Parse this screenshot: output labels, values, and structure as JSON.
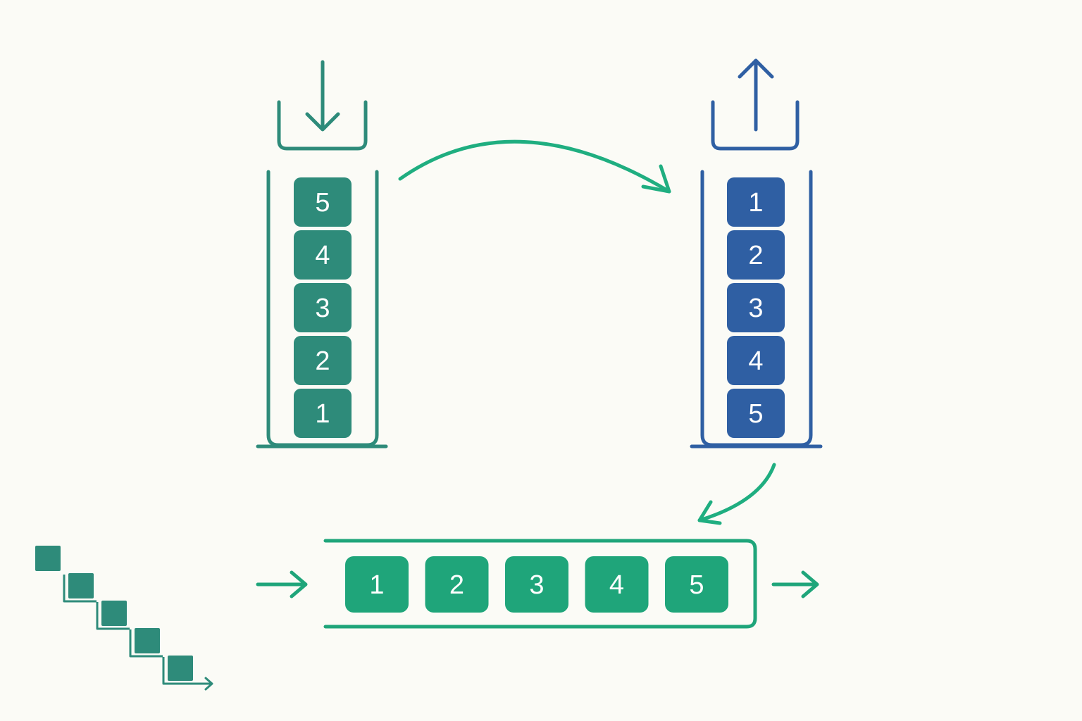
{
  "stack_in": {
    "blocks_top_to_bottom": [
      "5",
      "4",
      "3",
      "2",
      "1"
    ],
    "color": "#2e8b7a",
    "icon": "arrow-down-into-tray-icon"
  },
  "stack_out": {
    "blocks_top_to_bottom": [
      "1",
      "2",
      "3",
      "4",
      "5"
    ],
    "color": "#2f5fa3",
    "icon": "arrow-up-out-of-tray-icon"
  },
  "queue": {
    "blocks_left_to_right": [
      "1",
      "2",
      "3",
      "4",
      "5"
    ],
    "color": "#1fa57a",
    "icon_in": "arrow-right-icon",
    "icon_out": "arrow-right-icon"
  },
  "staircase": {
    "steps": 5,
    "color": "#2e8b7a",
    "icon": "staircase-arrow-icon"
  },
  "connector_color": "#1fae80"
}
